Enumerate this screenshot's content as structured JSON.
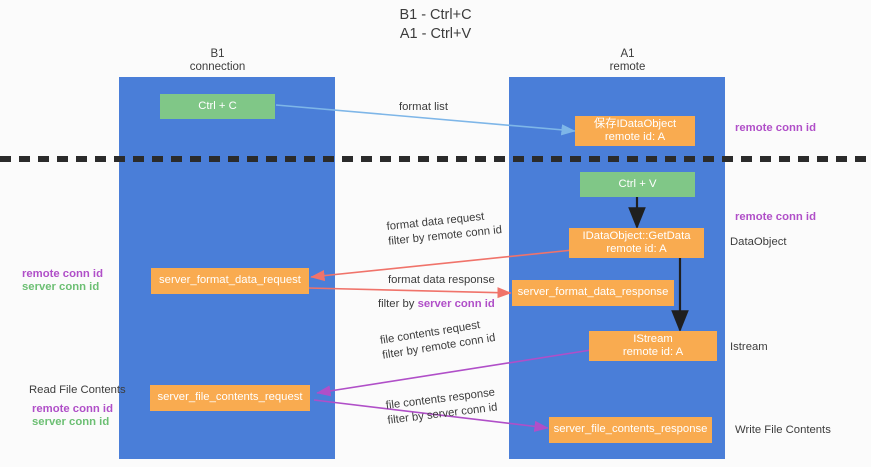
{
  "title": {
    "line1": "B1 - Ctrl+C",
    "line2": "A1 - Ctrl+V"
  },
  "lanes": [
    {
      "id": "b1",
      "head_line1": "B1",
      "head_line2": "connection",
      "color": "#4a7ed8"
    },
    {
      "id": "a1",
      "head_line1": "A1",
      "head_line2": "remote",
      "color": "#4a7ed8"
    }
  ],
  "colors": {
    "lane": "#4a7ed8",
    "green_box": "#80c787",
    "orange_box": "#f9ab50",
    "remote_conn_id": "#b04fc8",
    "server_conn_id": "#6cbf73",
    "arrow_blue": "#7eb6e8",
    "arrow_red": "#f0736a",
    "arrow_purple": "#b04fc8",
    "arrow_black": "#1f1f1f",
    "divider": "#2b2b2b",
    "text": "#3c3c3c",
    "background": "#fbfbfb"
  },
  "boxes": {
    "ctrl_c": {
      "label": "Ctrl + C",
      "style": "green"
    },
    "ctrl_v": {
      "label": "Ctrl + V",
      "style": "green"
    },
    "idataobject_store": {
      "label": "保存IDataObject",
      "sub": "remote id: A",
      "style": "orange"
    },
    "idataobject_getdata": {
      "label": "IDataObject::GetData",
      "sub": "remote id: A",
      "style": "orange"
    },
    "server_format_data_request": {
      "label": "server_format_data_request",
      "style": "orange"
    },
    "server_format_data_response": {
      "label": "server_format_data_response",
      "style": "orange"
    },
    "istream": {
      "label": "IStream",
      "sub": "remote id: A",
      "style": "orange"
    },
    "server_file_contents_request": {
      "label": "server_file_contents_request",
      "style": "orange"
    },
    "server_file_contents_response": {
      "label": "server_file_contents_response",
      "style": "orange"
    }
  },
  "annotations": {
    "format_list": "format list",
    "format_data_request": "format data request",
    "format_data_request_filter_prefix": "filter by ",
    "format_data_request_filter_key": "remote conn id",
    "format_data_response": "format data response",
    "format_data_response_filter_prefix": "filter by ",
    "format_data_response_filter_key": "server conn id",
    "file_contents_request": "file contents request",
    "file_contents_request_filter_prefix": "filter by ",
    "file_contents_request_filter_key": "remote conn id",
    "file_contents_response": "file contents response",
    "file_contents_response_filter_prefix": "filter by ",
    "file_contents_response_filter_key": "server conn id"
  },
  "right_labels": {
    "remote_conn_id_top": "remote conn id",
    "remote_conn_id_mid": "remote conn id",
    "dataobject": "DataObject",
    "istream": "Istream",
    "write_file_contents": "Write File Contents"
  },
  "left_labels": {
    "remote_conn_id": "remote conn id",
    "server_conn_id": "server conn id",
    "read_file_contents": "Read File Contents",
    "remote_conn_id_2": "remote conn id",
    "server_conn_id_2": "server conn id"
  }
}
